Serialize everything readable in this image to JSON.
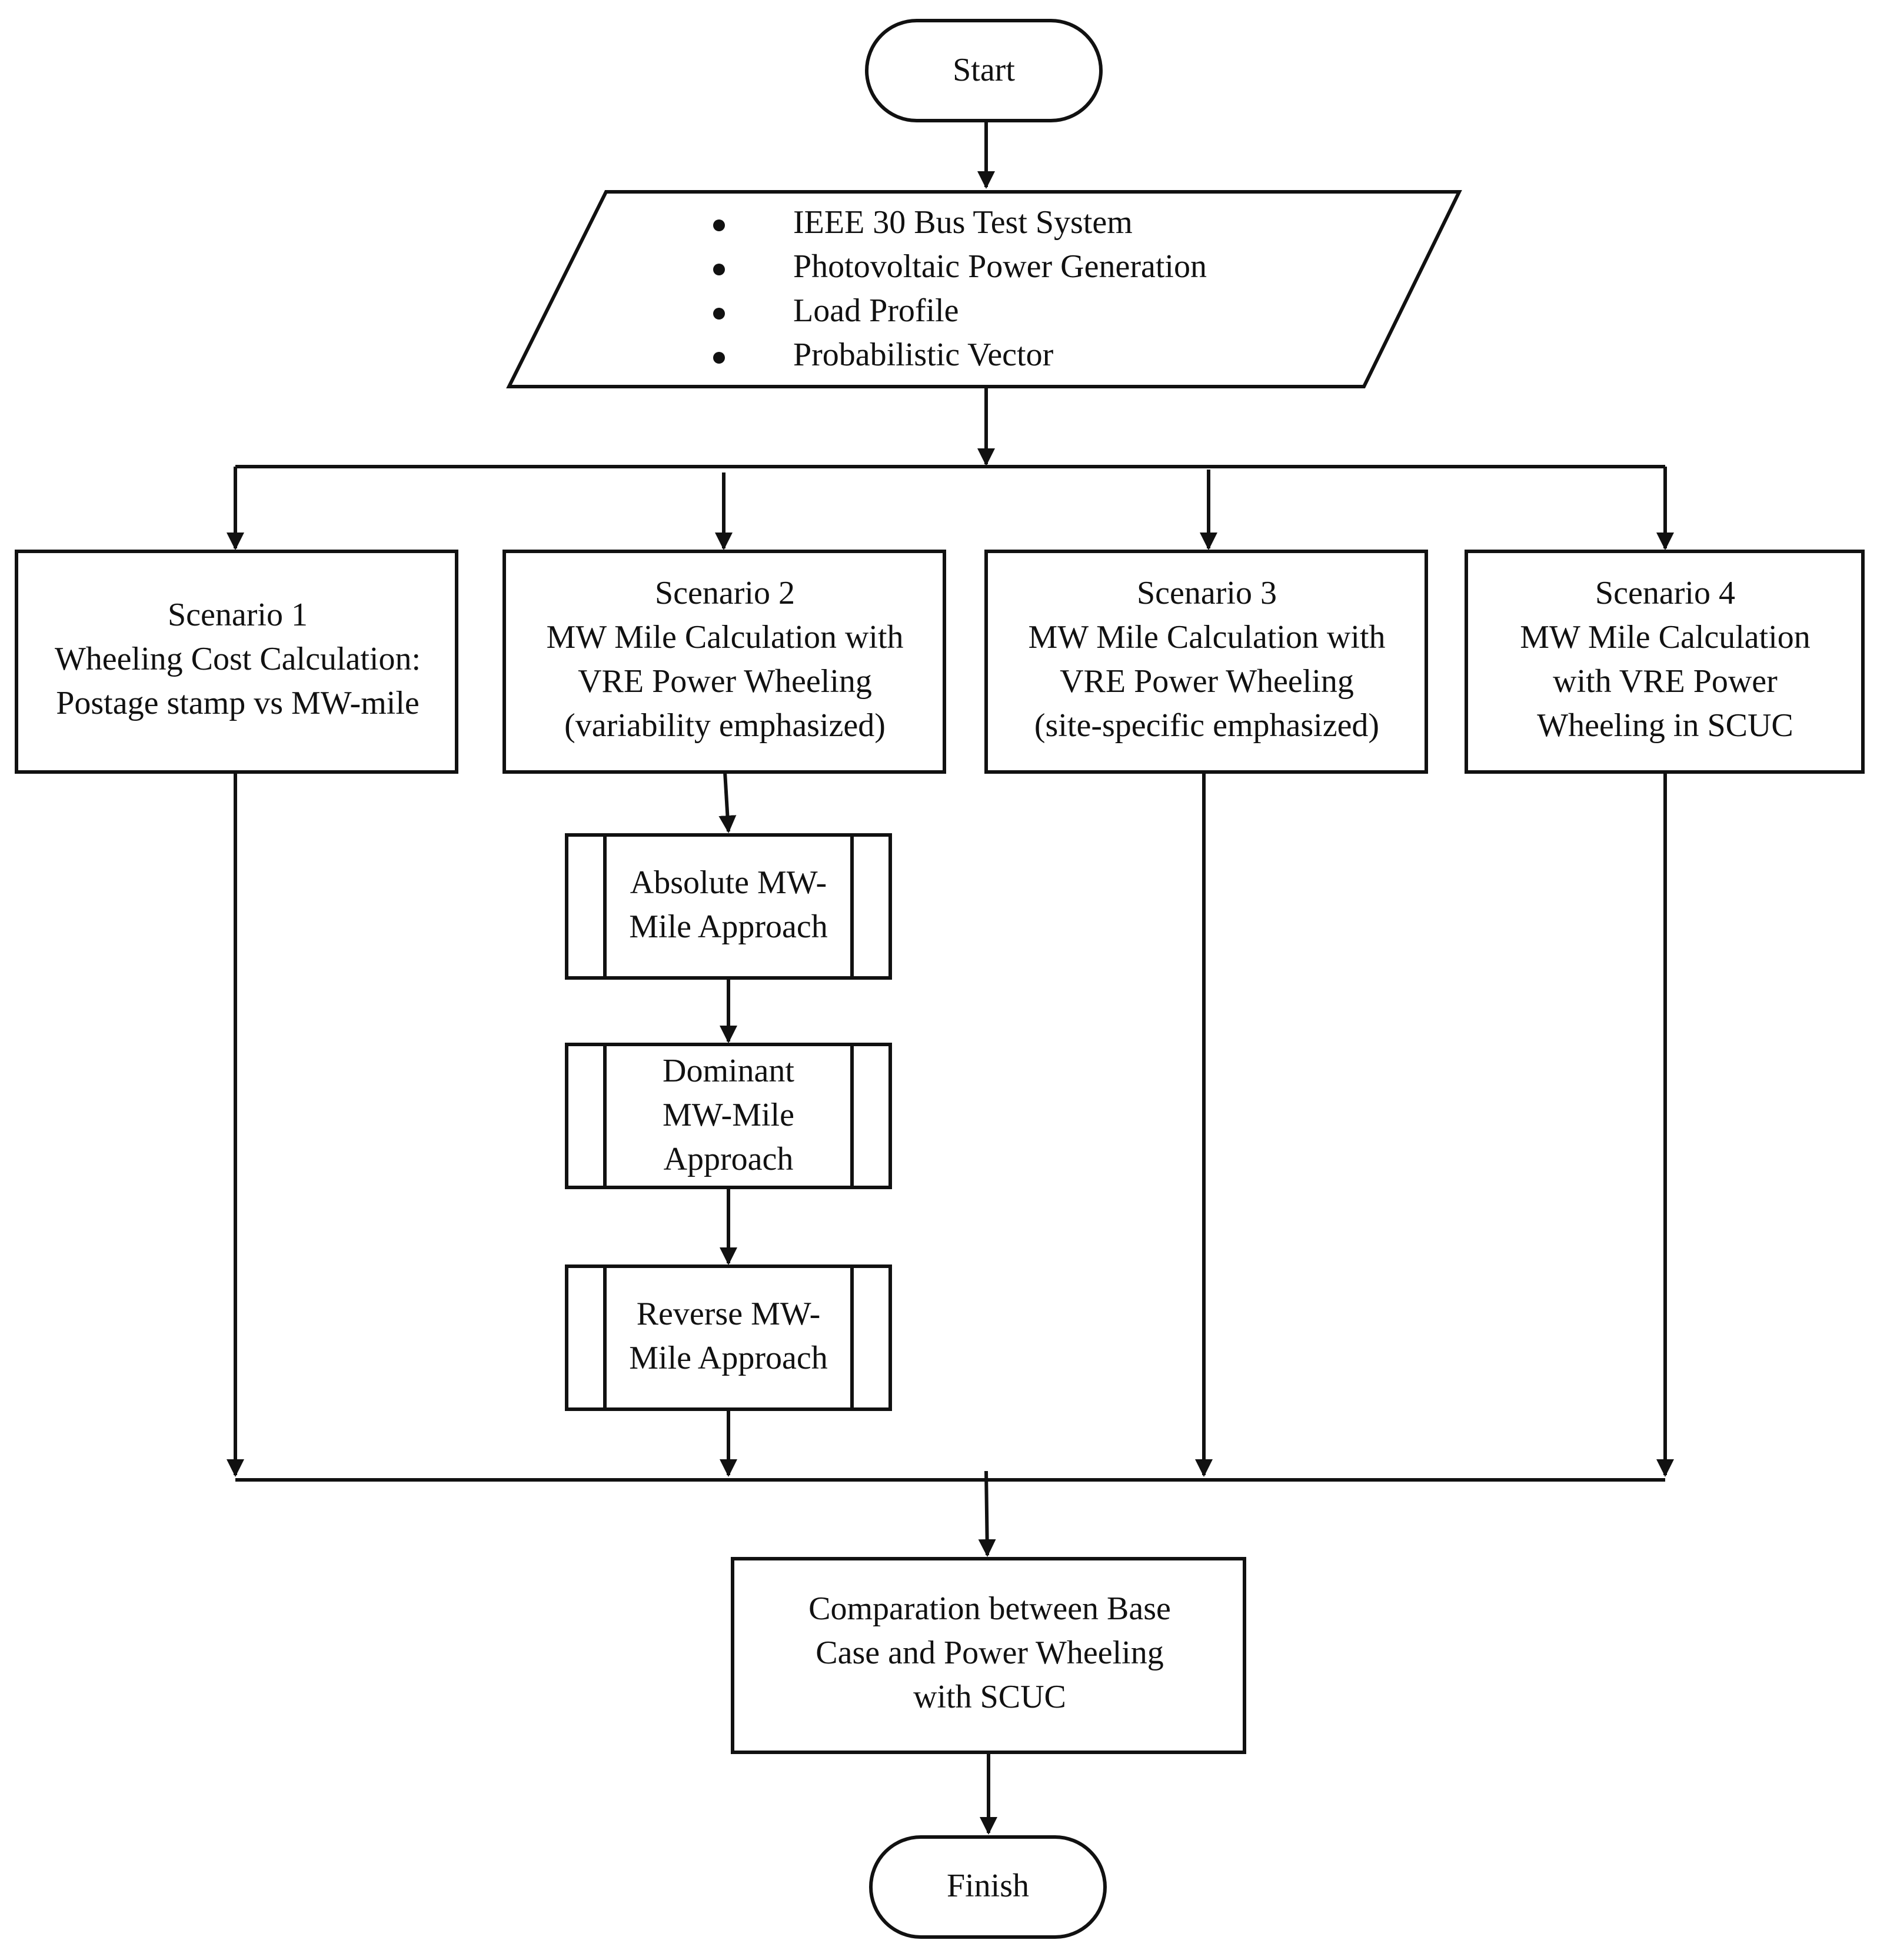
{
  "start": {
    "label": "Start"
  },
  "inputs": {
    "items": [
      "IEEE 30 Bus Test System",
      "Photovoltaic Power Generation",
      "Load Profile",
      "Probabilistic Vector"
    ]
  },
  "scenarios": [
    {
      "lines": [
        "Scenario 1",
        "Wheeling Cost Calculation:",
        "Postage stamp vs MW-mile"
      ]
    },
    {
      "lines": [
        "Scenario 2",
        "MW Mile Calculation with",
        "VRE Power Wheeling",
        "(variability emphasized)"
      ]
    },
    {
      "lines": [
        "Scenario 3",
        "MW Mile Calculation with",
        "VRE Power Wheeling",
        "(site-specific emphasized)"
      ]
    },
    {
      "lines": [
        "Scenario 4",
        "MW Mile Calculation",
        "with VRE Power",
        "Wheeling  in SCUC"
      ]
    }
  ],
  "subprocesses": [
    {
      "lines": [
        "Absolute MW-",
        "Mile Approach"
      ]
    },
    {
      "lines": [
        "Dominant",
        "MW-Mile",
        "Approach"
      ]
    },
    {
      "lines": [
        "Reverse MW-",
        "Mile Approach"
      ]
    }
  ],
  "comparison": {
    "lines": [
      "Comparation between Base",
      "Case and Power Wheeling",
      "with SCUC"
    ]
  },
  "finish": {
    "label": "Finish"
  }
}
